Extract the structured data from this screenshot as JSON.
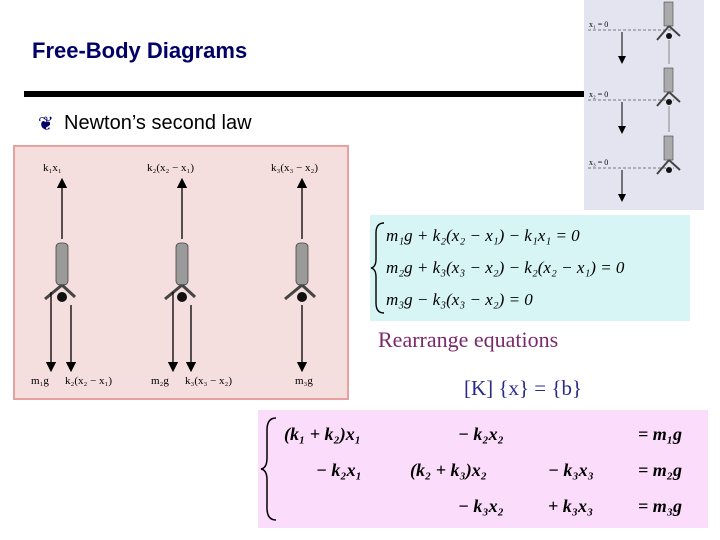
{
  "slide": {
    "title": "Free-Body Diagrams",
    "bullet_glyph": "❦",
    "bullet_text": "Newton’s second law"
  },
  "diagram": {
    "top_labels": [
      "k₁x₁",
      "k₂(x₂ − x₁)",
      "k₃(x₃ − x₂)"
    ],
    "bottom_labels": [
      "m₁g",
      "k₂(x₂ − x₁)",
      "m₂g",
      "k₃(x₃ − x₂)",
      "m₃g"
    ]
  },
  "inset": {
    "labels": [
      "x₁ = 0",
      "x₂ = 0",
      "x₃ = 0"
    ]
  },
  "equations": {
    "eq1": "m₁g + k₂(x₂ − x₁) − k₁x₁ = 0",
    "eq2": "m₂g + k₃(x₃ − x₂) − k₂(x₂ − x₁) = 0",
    "eq3": "m₃g − k₃(x₃ − x₂) = 0"
  },
  "rearrange_label": "Rearrange equations",
  "matrix_label": "[K] {x} = {b}",
  "matrix_system": {
    "row1": {
      "c1": "(k₁ + k₂)x₁",
      "c2": "− k₂x₂",
      "c3": "",
      "rhs": "= m₁g"
    },
    "row2": {
      "c1": "− k₂x₁",
      "c2": "(k₂ + k₃)x₂",
      "c3": "− k₃x₃",
      "rhs": "= m₂g"
    },
    "row3": {
      "c1": "",
      "c2": "− k₃x₂",
      "c3": "+ k₃x₃",
      "rhs": "= m₃g"
    }
  },
  "colors": {
    "title": "#000066",
    "fbd_bg": "#f4dede",
    "eq_bg": "#d7f5f5",
    "matrix_bg": "#fbdcfb",
    "rearrange": "#7a2a6a"
  }
}
